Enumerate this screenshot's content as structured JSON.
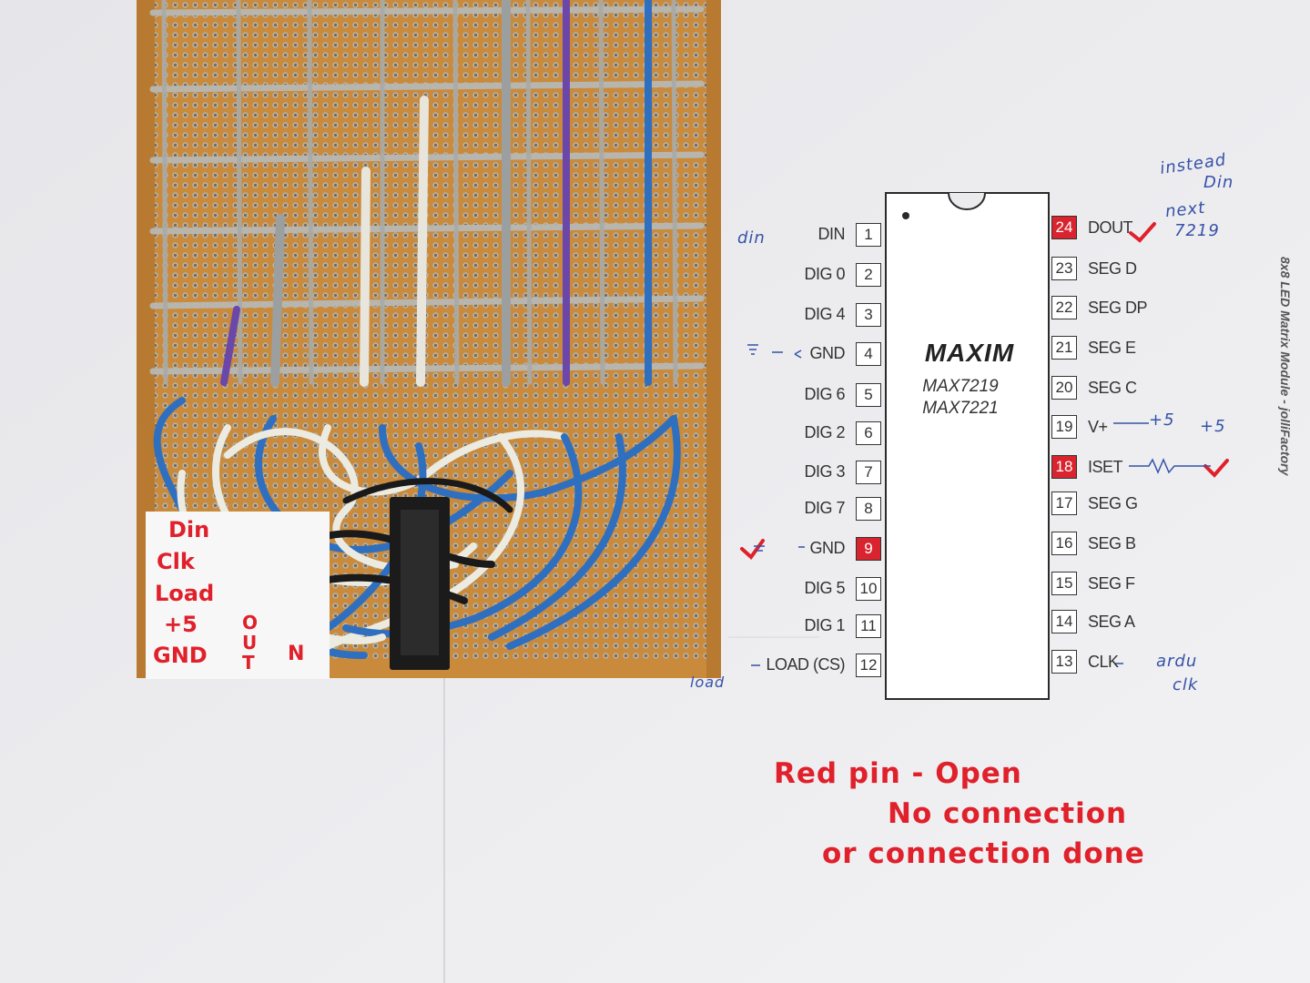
{
  "photo": {
    "subject": "perfboard-with-wires-and-max7219-pinout-printout"
  },
  "chip": {
    "logo": "MAXIM",
    "part_1": "MAX7219",
    "part_2": "MAX7221"
  },
  "side_title": "8x8 LED Matrix Module - jolliFactory",
  "pins_left": [
    {
      "num": "1",
      "label": "DIN",
      "red": false
    },
    {
      "num": "2",
      "label": "DIG 0",
      "red": false
    },
    {
      "num": "3",
      "label": "DIG 4",
      "red": false
    },
    {
      "num": "4",
      "label": "GND",
      "red": false
    },
    {
      "num": "5",
      "label": "DIG 6",
      "red": false
    },
    {
      "num": "6",
      "label": "DIG 2",
      "red": false
    },
    {
      "num": "7",
      "label": "DIG 3",
      "red": false
    },
    {
      "num": "8",
      "label": "DIG 7",
      "red": false
    },
    {
      "num": "9",
      "label": "GND",
      "red": true
    },
    {
      "num": "10",
      "label": "DIG 5",
      "red": false
    },
    {
      "num": "11",
      "label": "DIG 1",
      "red": false
    },
    {
      "num": "12",
      "label": "LOAD (CS)",
      "red": false
    }
  ],
  "pins_right": [
    {
      "num": "24",
      "label": "DOUT",
      "red": true
    },
    {
      "num": "23",
      "label": "SEG D",
      "red": false
    },
    {
      "num": "22",
      "label": "SEG DP",
      "red": false
    },
    {
      "num": "21",
      "label": "SEG E",
      "red": false
    },
    {
      "num": "20",
      "label": "SEG C",
      "red": false
    },
    {
      "num": "19",
      "label": "V+",
      "red": false
    },
    {
      "num": "18",
      "label": "ISET",
      "red": true
    },
    {
      "num": "17",
      "label": "SEG G",
      "red": false
    },
    {
      "num": "16",
      "label": "SEG B",
      "red": false
    },
    {
      "num": "15",
      "label": "SEG F",
      "red": false
    },
    {
      "num": "14",
      "label": "SEG A",
      "red": false
    },
    {
      "num": "13",
      "label": "CLK",
      "red": false
    }
  ],
  "handwritten_blue": {
    "din": "din",
    "instead": "instead",
    "din2": "Din",
    "next": "next",
    "next_num": "7219",
    "plus5_arrow": "+5",
    "plus5": "+5",
    "ardu": "ardu",
    "clk": "clk",
    "load": "load"
  },
  "handwritten_red": {
    "line1": "Red pin - Open",
    "line2": "No connection",
    "line3": "or connection done"
  },
  "card_notes": {
    "left": [
      "Din",
      "Clk",
      "Load",
      "+5",
      "GND"
    ],
    "out": [
      "O",
      "U",
      "T"
    ],
    "in": "N"
  },
  "colors": {
    "board": "#c98a3c",
    "paper": "#ebebee",
    "wire_blue": "#2f6fc0",
    "red_ink": "#e0202a",
    "blue_ink": "#3552a8"
  }
}
